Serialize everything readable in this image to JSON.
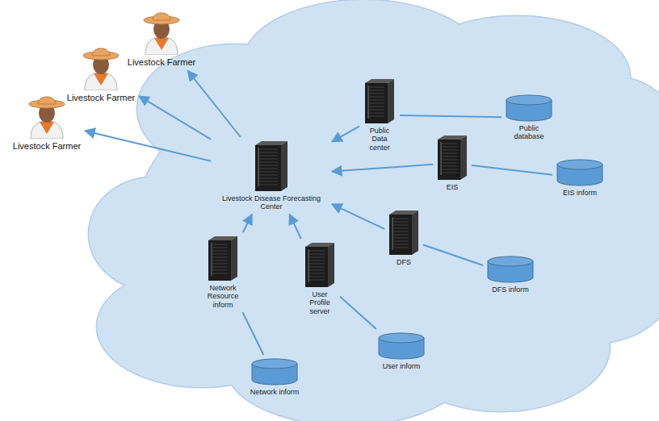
{
  "diagram": {
    "nodes": [
      {
        "text": [
          "Livestock Farmer"
        ]
      },
      {
        "text": [
          "Livestock Farmer"
        ]
      },
      {
        "text": [
          "Livestock Farmer"
        ]
      },
      {
        "text": [
          "Public Data center"
        ]
      },
      {
        "text": [
          "Public database"
        ]
      },
      {
        "text": [
          "Livestock Disease Forecasting Center"
        ]
      },
      {
        "text": [
          "EIS"
        ]
      },
      {
        "text": [
          "EIS inform"
        ]
      },
      {
        "text": [
          "DFS"
        ]
      },
      {
        "text": [
          "Network Resource inform"
        ]
      },
      {
        "text": [
          "User Profile server"
        ]
      },
      {
        "text": [
          "DFS inform"
        ]
      },
      {
        "text": [
          "User inform"
        ]
      },
      {
        "text": [
          "Network inform"
        ]
      }
    ],
    "edges": [
      {
        "from": 3,
        "to": 5,
        "arrow": "to"
      },
      {
        "from": 6,
        "to": 5,
        "arrow": "to"
      },
      {
        "from": 8,
        "to": 5,
        "arrow": "to"
      },
      {
        "from": 9,
        "to": 5,
        "arrow": "to"
      },
      {
        "from": 10,
        "to": 5,
        "arrow": "to"
      },
      {
        "from": 5,
        "to": 0,
        "arrow": "to"
      },
      {
        "from": 5,
        "to": 1,
        "arrow": "to"
      },
      {
        "from": 5,
        "to": 2,
        "arrow": "to"
      },
      {
        "from": 3,
        "to": 4,
        "arrow": "none"
      },
      {
        "from": 6,
        "to": 7,
        "arrow": "none"
      },
      {
        "from": 8,
        "to": 11,
        "arrow": "none"
      },
      {
        "from": 10,
        "to": 12,
        "arrow": "none"
      },
      {
        "from": 9,
        "to": 13,
        "arrow": "none"
      }
    ]
  }
}
